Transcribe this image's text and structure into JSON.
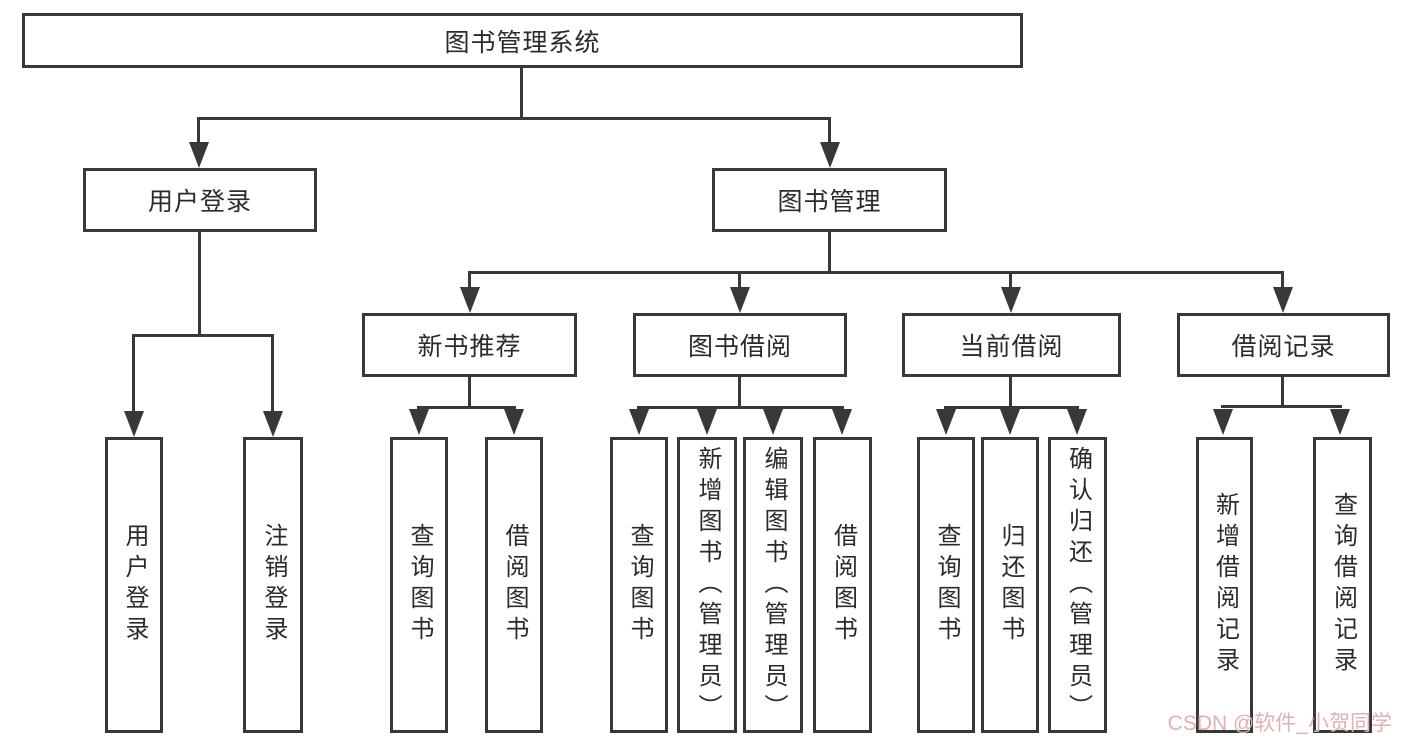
{
  "tree": {
    "label": "图书管理系统",
    "children": [
      {
        "label": "用户登录",
        "children": [
          {
            "label": "用户登录"
          },
          {
            "label": "注销登录"
          }
        ]
      },
      {
        "label": "图书管理",
        "children": [
          {
            "label": "新书推荐",
            "children": [
              {
                "label": "查询图书"
              },
              {
                "label": "借阅图书"
              }
            ]
          },
          {
            "label": "图书借阅",
            "children": [
              {
                "label": "查询图书"
              },
              {
                "label": "新增图书（管理员）"
              },
              {
                "label": "编辑图书（管理员）"
              },
              {
                "label": "借阅图书"
              }
            ]
          },
          {
            "label": "当前借阅",
            "children": [
              {
                "label": "查询图书"
              },
              {
                "label": "归还图书"
              },
              {
                "label": "确认归还（管理员）"
              }
            ]
          },
          {
            "label": "借阅记录",
            "children": [
              {
                "label": "新增借阅记录"
              },
              {
                "label": "查询借阅记录"
              }
            ]
          }
        ]
      }
    ]
  },
  "watermark": {
    "text": "CSDN @软件_小贺同学"
  },
  "colors": {
    "line": "#383838",
    "text": "#2b2b2b",
    "watermark": "#e3b0b0",
    "background": "#ffffff"
  }
}
